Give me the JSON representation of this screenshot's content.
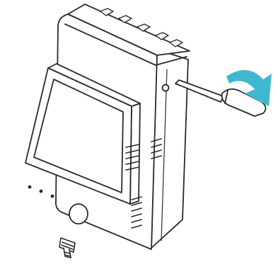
{
  "figure": {
    "subject": "device-case-pry-open-illustration",
    "parts": {
      "device": "sensor-device-housing",
      "display": "lcd-screen",
      "indicators": "status-led-dots",
      "button": "power-button",
      "connector": "threaded-antenna-connector",
      "tool": "flat-screwdriver",
      "motion": "rotate-direction-arrow"
    },
    "colors": {
      "line": "#2a2a2a",
      "fill": "#ffffff",
      "arrow": "#3fb8cf"
    }
  }
}
